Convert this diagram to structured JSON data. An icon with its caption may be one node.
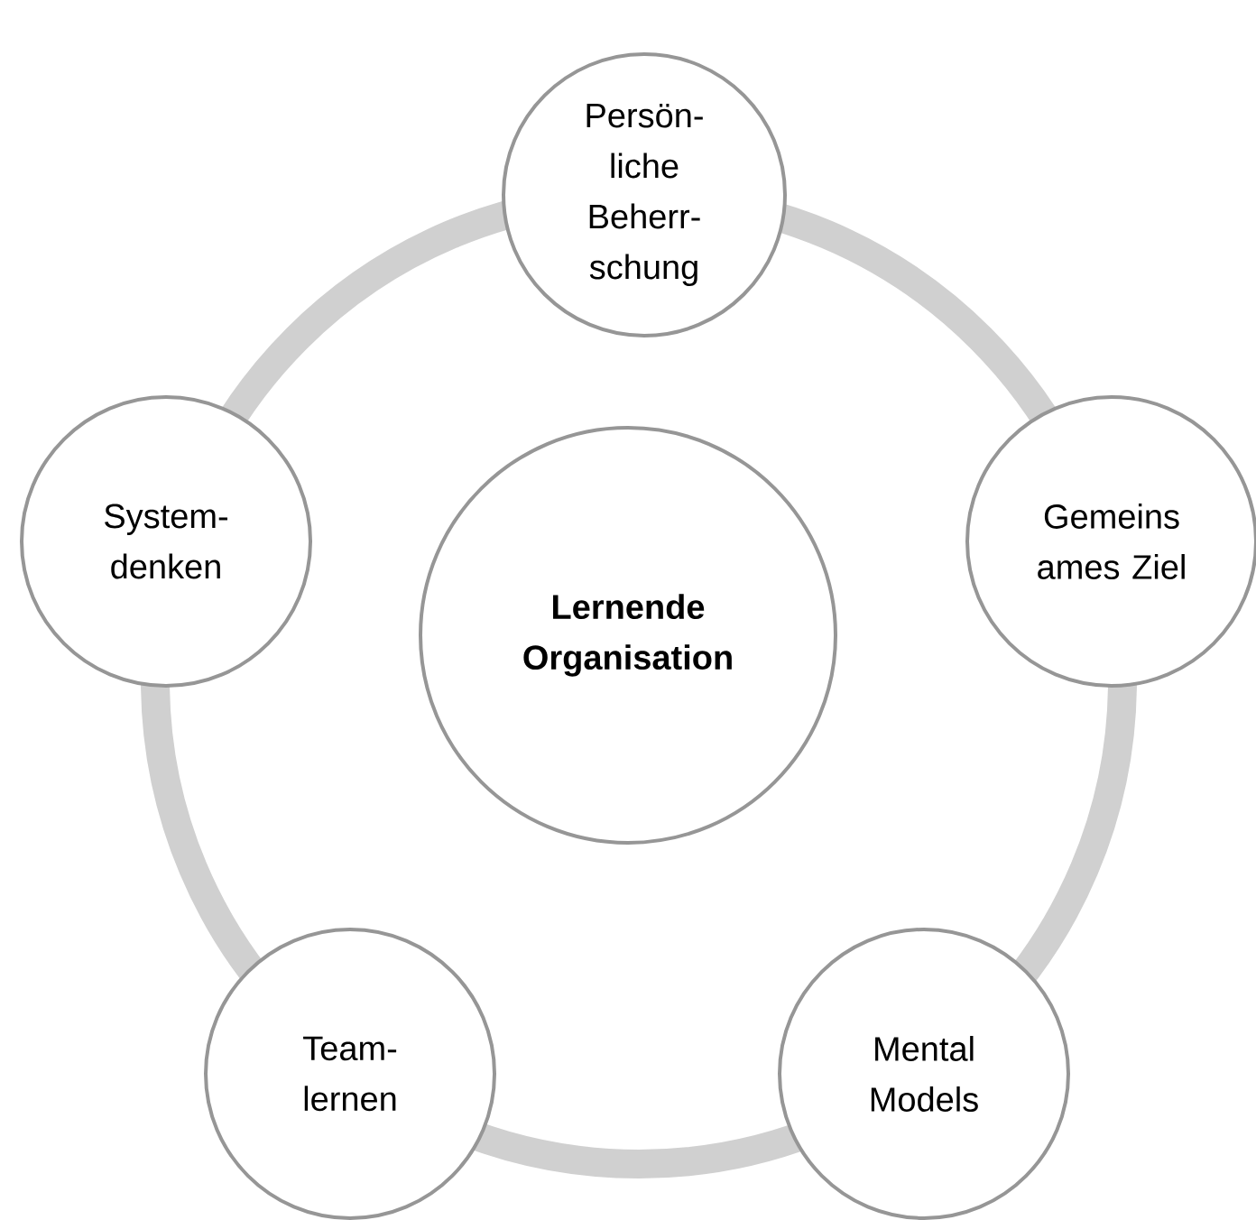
{
  "diagram": {
    "nodes": [
      {
        "text": [
          "Lernende Organisation"
        ]
      },
      {
        "text": [
          "Persön- liche Beherr- schung"
        ]
      },
      {
        "text": [
          "Gemeins ames Ziel"
        ]
      },
      {
        "text": [
          "Mental Models"
        ]
      },
      {
        "text": [
          "Team- lernen"
        ]
      },
      {
        "text": [
          "System- denken"
        ]
      }
    ]
  }
}
